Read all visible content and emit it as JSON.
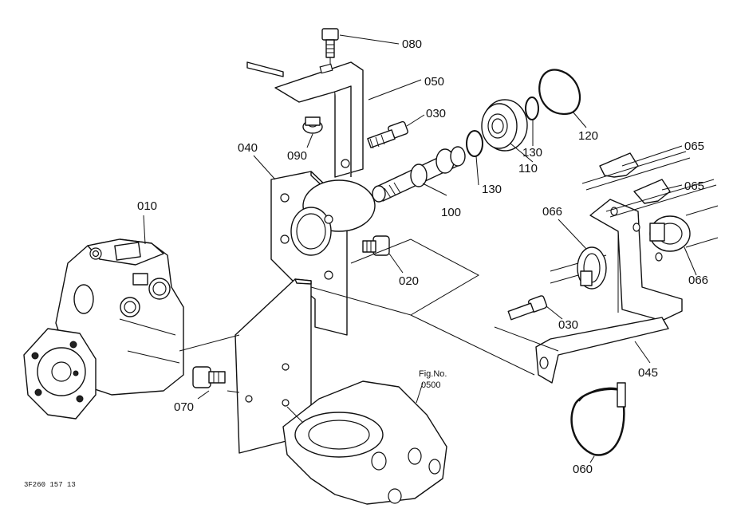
{
  "labels": {
    "p010": "010",
    "p020": "020",
    "p030a": "030",
    "p030b": "030",
    "p040": "040",
    "p045": "045",
    "p050": "050",
    "p060": "060",
    "p065a": "065",
    "p065b": "065",
    "p066a": "066",
    "p066b": "066",
    "p070": "070",
    "p080": "080",
    "p090": "090",
    "p100": "100",
    "p110": "110",
    "p120": "120",
    "p130a": "130",
    "p130b": "130"
  },
  "figref": {
    "line1": "Fig.No.",
    "line2": "0500"
  },
  "footer": {
    "code": "3F260  157  13"
  }
}
